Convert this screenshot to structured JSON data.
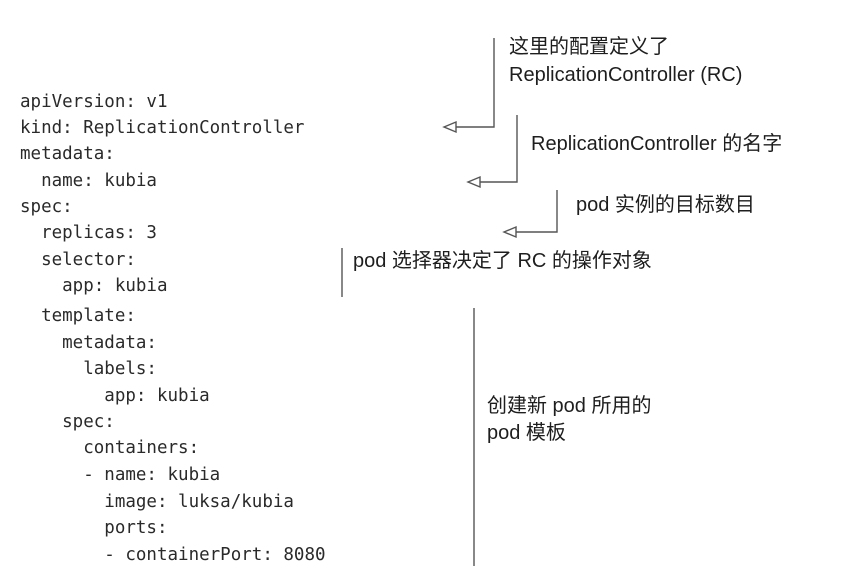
{
  "code": {
    "lines": [
      "apiVersion: v1",
      "kind: ReplicationController",
      "metadata:",
      "  name: kubia",
      "spec:",
      "  replicas: 3",
      "  selector:",
      "    app: kubia",
      "  template:",
      "    metadata:",
      "      labels:",
      "        app: kubia",
      "    spec:",
      "      containers:",
      "      - name: kubia",
      "        image: luksa/kubia",
      "        ports:",
      "        - containerPort: 8080"
    ]
  },
  "annotations": {
    "kind": {
      "line1": "这里的配置定义了",
      "line2": "ReplicationController (RC)"
    },
    "name": "ReplicationController 的名字",
    "replicas": "pod 实例的目标数目",
    "selector": "pod 选择器决定了 RC 的操作对象",
    "template": {
      "line1": "创建新 pod 所用的",
      "line2": "pod 模板"
    }
  },
  "colors": {
    "text": "#1e1e1e",
    "code": "#2a2a2a",
    "connector": "#555555"
  }
}
